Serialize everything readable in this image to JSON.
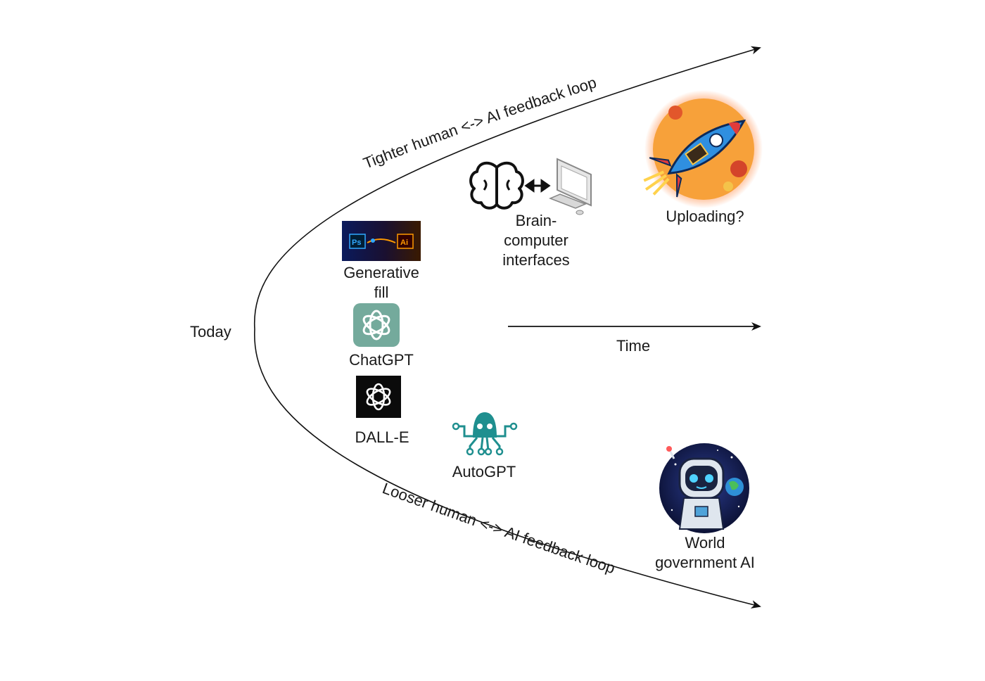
{
  "labels": {
    "today": "Today",
    "time": "Time",
    "tighter_loop": "Tighter human <-> AI feedback loop",
    "looser_loop": "Looser human <-> AI feedback loop",
    "generative_fill": [
      "Generative",
      "fill"
    ],
    "chatgpt": "ChatGPT",
    "dalle": "DALL-E",
    "autogpt": "AutoGPT",
    "bci": [
      "Brain-",
      "computer",
      "interfaces"
    ],
    "uploading": "Uploading?",
    "world_gov": [
      "World",
      "government AI"
    ]
  },
  "icon_badges": {
    "photoshop": "Ps",
    "illustrator": "Ai"
  },
  "icons": {
    "generative_fill": "adobe-ps-ai-icon",
    "chatgpt": "openai-logo-icon",
    "dalle": "openai-logo-icon",
    "autogpt": "autogpt-octopus-icon",
    "brain": "brain-icon",
    "computer": "computer-icon",
    "uploading": "rocket-icon",
    "world_gov": "robot-astronaut-icon"
  },
  "colors": {
    "chatgpt_bg": "#74aa9c",
    "dalle_bg": "#0b0b0b",
    "autogpt": "#1f8f8f",
    "ps_blue": "#31a8ff",
    "ai_orange": "#ff9a00",
    "arrow": "#111111"
  }
}
